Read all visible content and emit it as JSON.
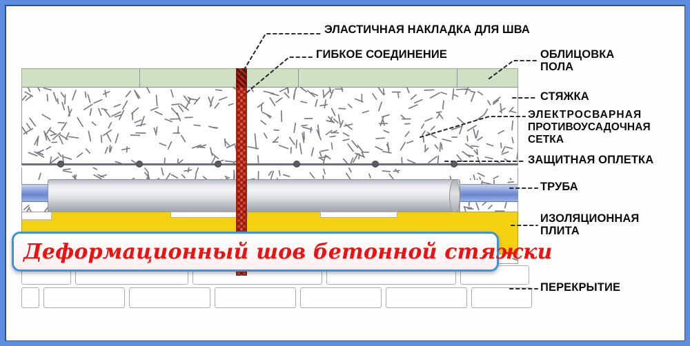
{
  "figure": {
    "caption": "Деформационный шов бетонной стяжки",
    "caption_color": "#ee1111",
    "frame_color": "#5b8ee0"
  },
  "labels": {
    "joint_strip": "ЭЛАСТИЧНАЯ НАКЛАДКА ДЛЯ ШВА",
    "flexible_joint": "ГИБКОЕ СОЕДИНЕНИЕ",
    "floor_facing_line1": "ОБЛИЦОВКА",
    "floor_facing_line2": "ПОЛА",
    "screed": "СТЯЖКА",
    "mesh_line1": "ЭЛЕКТРОСВАРНАЯ",
    "mesh_line2": "ПРОТИВОУСАДОЧНАЯ",
    "mesh_line3": "СЕТКА",
    "sleeve": "ЗАЩИТНАЯ ОПЛЕТКА",
    "pipe": "ТРУБА",
    "insulation_line1": "ИЗОЛЯЦИОННАЯ",
    "insulation_line2": "ПЛИТА",
    "slab": "ПЕРЕКРЫТИЕ"
  },
  "layers": {
    "facing": {
      "name": "ОБЛИЦОВКА ПОЛА",
      "color": "#cfe0c4"
    },
    "screed": {
      "name": "СТЯЖКА",
      "color": "#ffffff"
    },
    "mesh": {
      "name": "ЭЛЕКТРОСВАРНАЯ ПРОТИВОУСАДОЧНАЯ СЕТКА",
      "color": "#6e6e76"
    },
    "sleeve": {
      "name": "ЗАЩИТНАЯ ОПЛЕТКА",
      "color": "#d8dade"
    },
    "pipe": {
      "name": "ТРУБА",
      "color": "#6b86cf"
    },
    "insulation": {
      "name": "ИЗОЛЯЦИОННАЯ ПЛИТА",
      "color": "#f5d211"
    },
    "slab": {
      "name": "ПЕРЕКРЫТИЕ",
      "color": "#ffffff"
    },
    "joint": {
      "name": "ЭЛАСТИЧНАЯ НАКЛАДКА ДЛЯ ШВА",
      "color": "#d23d22"
    }
  }
}
